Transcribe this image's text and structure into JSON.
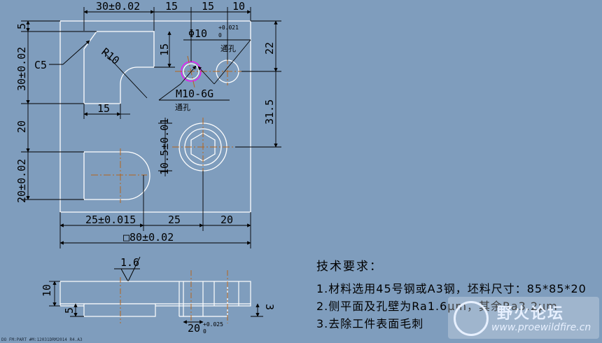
{
  "colors": {
    "background": "#7f9dbd",
    "outline": "#ffffff",
    "dimension": "#000000",
    "centerline": "#b5651d",
    "highlight": "#ff00ff"
  },
  "dimensions": {
    "top_30": "30±0.02",
    "top_15a": "15",
    "top_15b": "15",
    "top_10": "10",
    "left_5": "5",
    "left_30": "30±0.02",
    "left_20": "20",
    "left_20b": "20±0.02",
    "chamfer": "C5",
    "radius": "R10",
    "inner_15v": "15",
    "inner_15h": "15",
    "hole_dia": "Φ10",
    "hole_tol_upper": "+0.021",
    "hole_tol_lower": "0",
    "through_1": "通孔",
    "thread": "M10-6G",
    "through_2": "通孔",
    "right_22": "22",
    "right_31_5": "31.5",
    "center_10_5": "10.5±0.01",
    "bottom_25a": "25±0.015",
    "bottom_25b": "25",
    "bottom_20": "20",
    "overall": "□80±0.02",
    "roughness": "1.6",
    "side_10": "10",
    "side_5": "5",
    "side_3": "3",
    "side_20": "20",
    "side_tol_upper": "+0.025",
    "side_tol_lower": "0"
  },
  "notes": {
    "title": "技术要求：",
    "lines": [
      "1.材料选用45号钢或A3钢，坯料尺寸：85*85*20",
      "2.侧平面及孔壁为Ra1.6μm，其余Ra3.2μm",
      "3.去除工件表面毛刺"
    ]
  },
  "watermark": {
    "name": "野火论坛",
    "url": "www.proewildfire.cn"
  },
  "status_bar": "DO  FM:PART  #M:12031DRM2014  R4.A3"
}
